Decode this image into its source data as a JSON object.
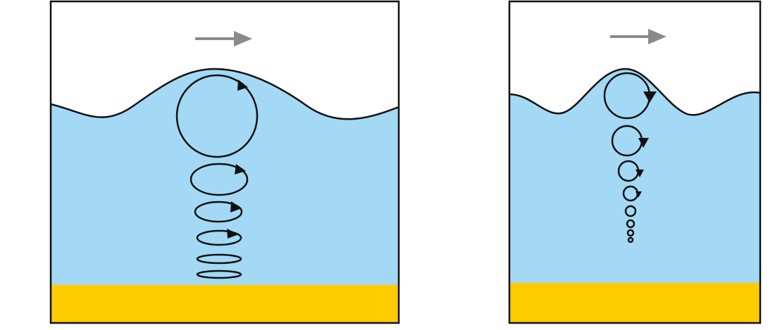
{
  "colors": {
    "water": "#a3d9f4",
    "seabed": "#ffcc00",
    "sky": "#ffffff",
    "line": "#111111",
    "direction_arrow": "#8a8a8a"
  },
  "panels": [
    {
      "id": "shallow-water",
      "orbit_shape": "ellipse",
      "orbit_count": 6,
      "arrowed_orbit_count": 4,
      "icons": [
        "wave-direction-arrow-icon"
      ]
    },
    {
      "id": "deep-water",
      "orbit_shape": "circle",
      "orbit_count": 8,
      "arrowed_orbit_count": 4,
      "icons": [
        "wave-direction-arrow-icon"
      ]
    }
  ]
}
